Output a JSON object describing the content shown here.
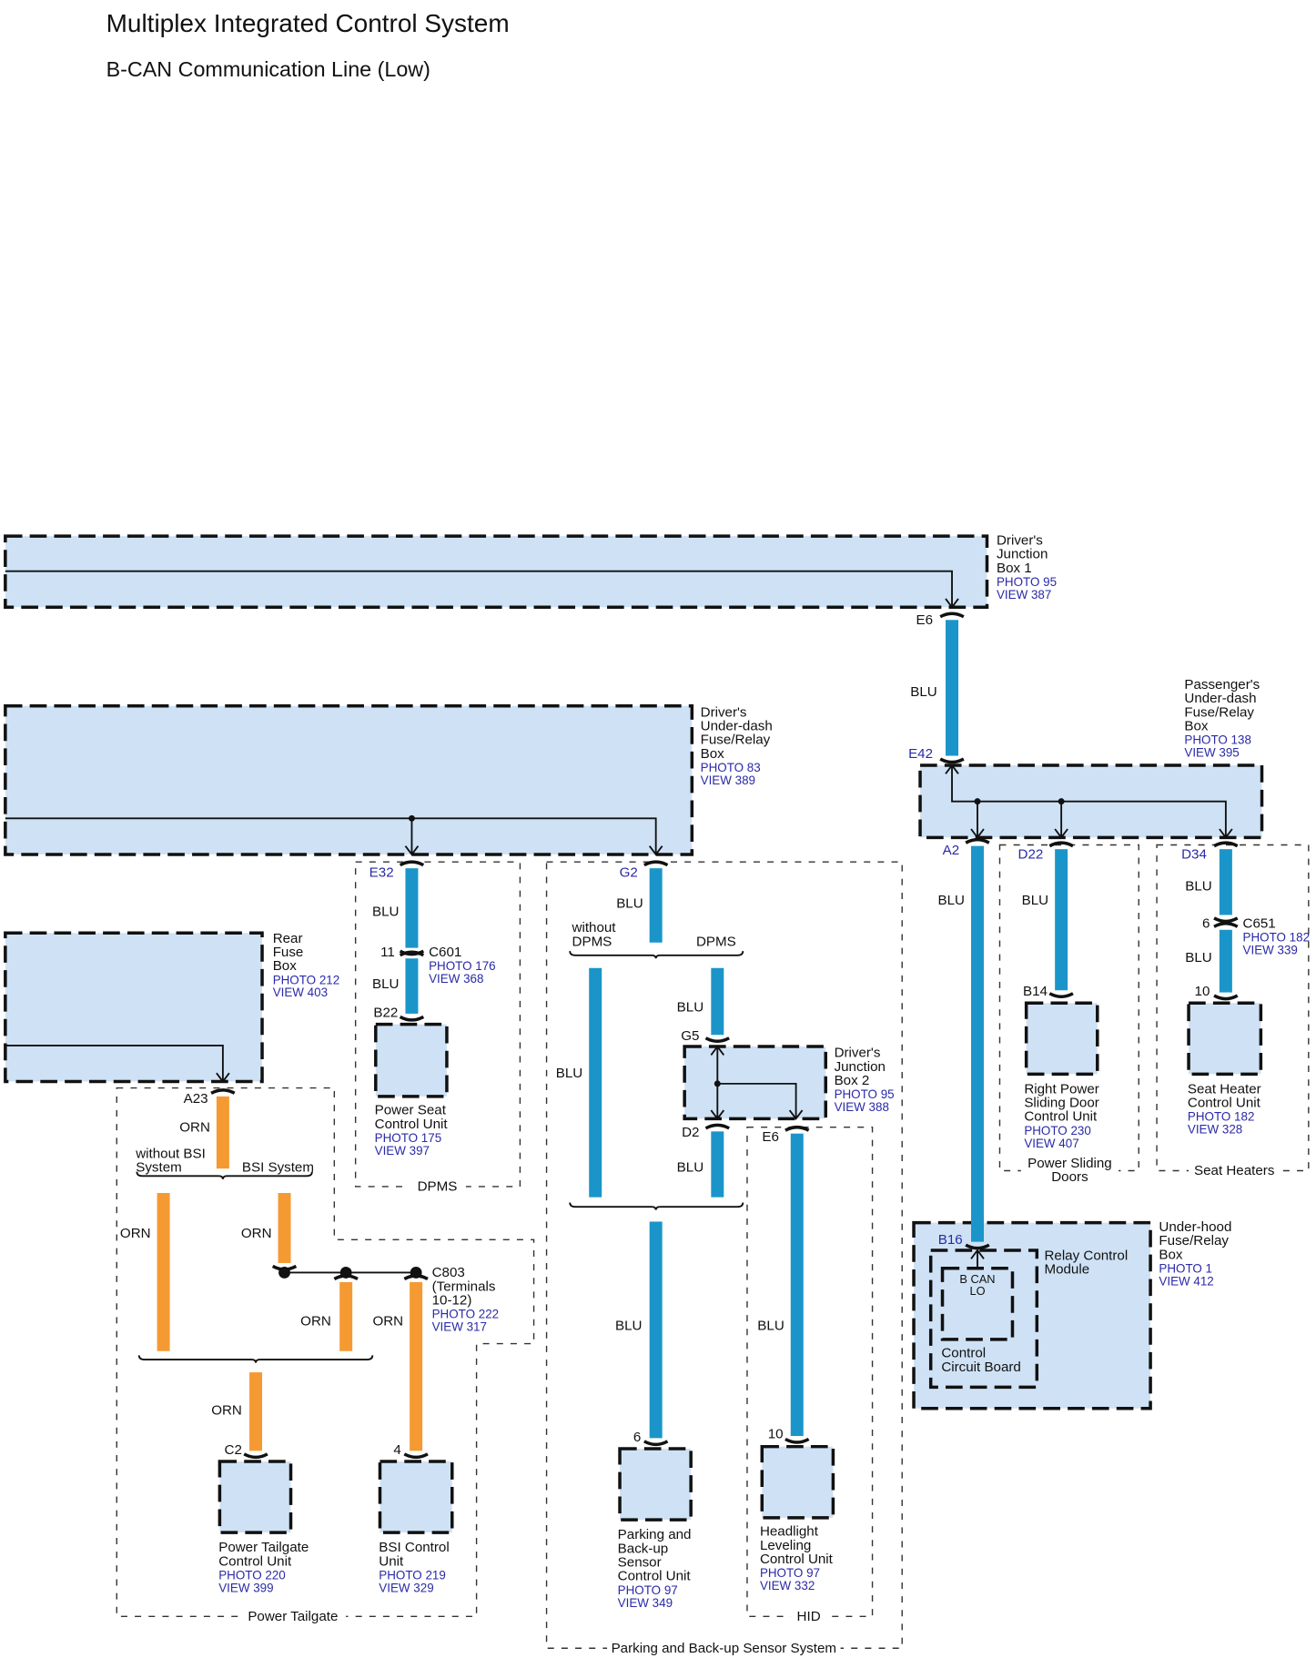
{
  "title": "Multiplex Integrated Control System",
  "subtitle": "B-CAN Communication Line (Low)",
  "colors": {
    "box_fill": "#cfe2f5",
    "wire_blu": "#1b95c9",
    "wire_orn": "#f59a33",
    "ref_text": "#2a2aa8"
  },
  "components": {
    "djb1": {
      "name": [
        "Driver's",
        "Junction",
        "Box 1"
      ],
      "photo": "PHOTO 95",
      "view": "VIEW 387"
    },
    "dud": {
      "name": [
        "Driver's",
        "Under-dash",
        "Fuse/Relay",
        "Box"
      ],
      "photo": "PHOTO 83",
      "view": "VIEW 389"
    },
    "rear": {
      "name": [
        "Rear",
        "Fuse",
        "Box"
      ],
      "photo": "PHOTO 212",
      "view": "VIEW 403"
    },
    "pud": {
      "name": [
        "Passenger's",
        "Under-dash",
        "Fuse/Relay",
        "Box"
      ],
      "photo": "PHOTO 138",
      "view": "VIEW 395"
    },
    "djb2": {
      "name": [
        "Driver's",
        "Junction",
        "Box 2"
      ],
      "photo": "PHOTO 95",
      "view": "VIEW 388"
    },
    "underhood": {
      "name": [
        "Under-hood",
        "Fuse/Relay",
        "Box"
      ],
      "photo": "PHOTO 1",
      "view": "VIEW 412"
    },
    "rcm": {
      "name": [
        "Relay Control",
        "Module"
      ]
    },
    "ccb": {
      "name": [
        "Control",
        "Circuit Board"
      ],
      "terminal": [
        "B CAN",
        "LO"
      ]
    },
    "seat": {
      "name": [
        "Power Seat",
        "Control Unit"
      ],
      "photo": "PHOTO 175",
      "view": "VIEW 397"
    },
    "ptg": {
      "name": [
        "Power Tailgate",
        "Control Unit"
      ],
      "photo": "PHOTO 220",
      "view": "VIEW 399"
    },
    "bsi": {
      "name": [
        "BSI Control",
        "Unit"
      ],
      "photo": "PHOTO 219",
      "view": "VIEW 329"
    },
    "park": {
      "name": [
        "Parking and",
        "Back-up",
        "Sensor",
        "Control Unit"
      ],
      "photo": "PHOTO 97",
      "view": "VIEW 349"
    },
    "head": {
      "name": [
        "Headlight",
        "Leveling",
        "Control Unit"
      ],
      "photo": "PHOTO 97",
      "view": "VIEW 332"
    },
    "rpsd": {
      "name": [
        "Right Power",
        "Sliding Door",
        "Control Unit"
      ],
      "photo": "PHOTO 230",
      "view": "VIEW 407"
    },
    "sh": {
      "name": [
        "Seat Heater",
        "Control Unit"
      ],
      "photo": "PHOTO 182",
      "view": "VIEW 328"
    }
  },
  "connectors": {
    "c601": {
      "name": "C601",
      "photo": "PHOTO 176",
      "view": "VIEW 368"
    },
    "c651": {
      "name": "C651",
      "photo": "PHOTO 182",
      "view": "VIEW 339"
    },
    "c803": {
      "name": [
        "C803",
        "(Terminals",
        "10-12)"
      ],
      "photo": "PHOTO 222",
      "view": "VIEW 317"
    }
  },
  "terminals": {
    "e6": "E6",
    "e42": "E42",
    "e32": "E32",
    "t11": "11",
    "b22": "B22",
    "g2": "G2",
    "g5": "G5",
    "d2": "D2",
    "e6h": "E6",
    "a23": "A23",
    "c2": "C2",
    "t4": "4",
    "t6": "6",
    "t10": "10",
    "a2": "A2",
    "d22": "D22",
    "d34": "D34",
    "t6b": "6",
    "t10b": "10",
    "b14": "B14",
    "b16": "B16"
  },
  "wire_colors": {
    "blu": "BLU",
    "orn": "ORN"
  },
  "options": {
    "without_bsi": [
      "without BSI",
      "System"
    ],
    "bsi": "BSI System",
    "without_dpms": [
      "without",
      "DPMS"
    ],
    "dpms": "DPMS"
  },
  "regions": {
    "dpms": "DPMS",
    "tailgate": "Power Tailgate",
    "parking": "Parking and Back-up Sensor System",
    "hid": "HID",
    "sliding": [
      "Power Sliding",
      "Doors"
    ],
    "heaters": "Seat Heaters"
  }
}
